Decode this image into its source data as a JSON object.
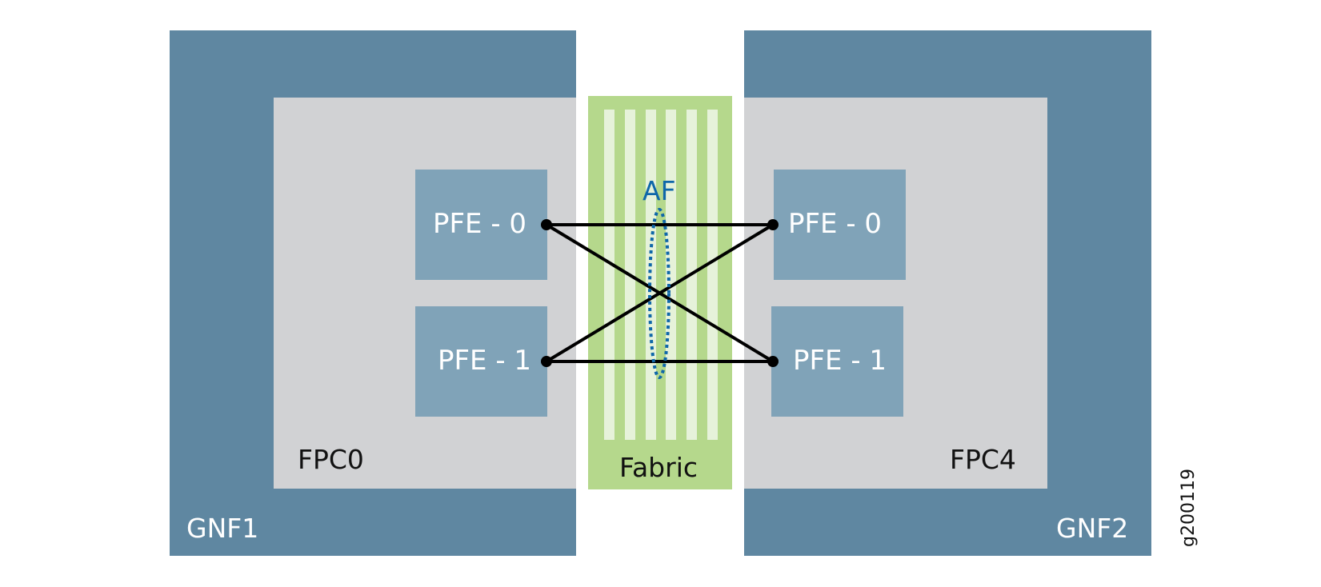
{
  "diagram": {
    "left_partition": {
      "gnf_label": "GNF1",
      "fpc_label": "FPC0",
      "pfes": [
        {
          "label": "PFE - 0"
        },
        {
          "label": "PFE - 1"
        }
      ]
    },
    "fabric": {
      "label": "Fabric",
      "af_label": "AF",
      "stripe_count": 6
    },
    "right_partition": {
      "gnf_label": "GNF2",
      "fpc_label": "FPC4",
      "pfes": [
        {
          "label": "PFE - 0"
        },
        {
          "label": "PFE - 1"
        }
      ]
    },
    "links": [
      {
        "from": "GNF1.FPC0.PFE - 0",
        "to": "GNF2.FPC4.PFE - 0"
      },
      {
        "from": "GNF1.FPC0.PFE - 0",
        "to": "GNF2.FPC4.PFE - 1"
      },
      {
        "from": "GNF1.FPC0.PFE - 1",
        "to": "GNF2.FPC4.PFE - 0"
      },
      {
        "from": "GNF1.FPC0.PFE - 1",
        "to": "GNF2.FPC4.PFE - 1"
      }
    ],
    "figure_id": "g200119"
  },
  "colors": {
    "gnf": "#5f87a1",
    "fpc": "#d1d2d4",
    "pfe": "#80a3b8",
    "fabric": "#b5d88c",
    "fabric_stripe": "#e6f2da",
    "af": "#0f67a9",
    "link": "#000000"
  }
}
